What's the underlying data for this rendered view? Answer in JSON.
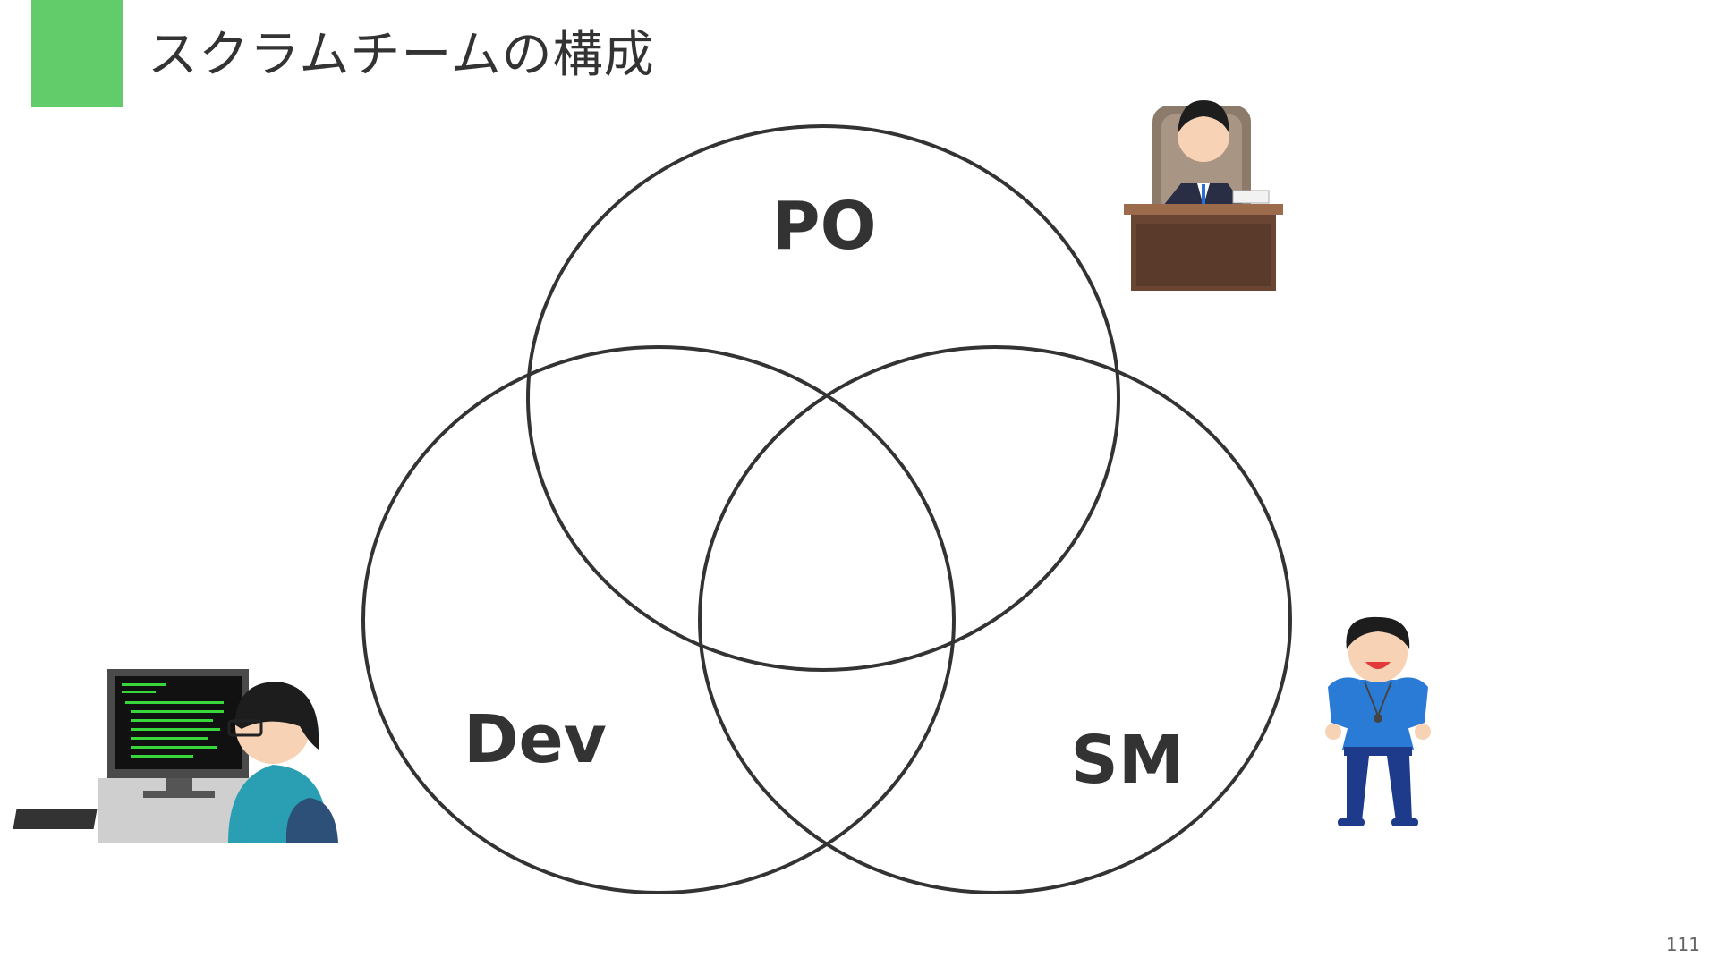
{
  "slide": {
    "title": "スクラムチームの構成",
    "page_number": "111",
    "accent_color": "#63cc6a"
  },
  "diagram": {
    "type": "venn",
    "sets": [
      {
        "id": "po",
        "label": "PO"
      },
      {
        "id": "dev",
        "label": "Dev"
      },
      {
        "id": "sm",
        "label": "SM"
      }
    ]
  },
  "illustrations": [
    {
      "id": "ceo-at-desk",
      "icon": "businessman-at-desk-illustration"
    },
    {
      "id": "programmer",
      "icon": "programmer-at-computer-illustration"
    },
    {
      "id": "coach",
      "icon": "coach-with-whistle-illustration"
    }
  ]
}
